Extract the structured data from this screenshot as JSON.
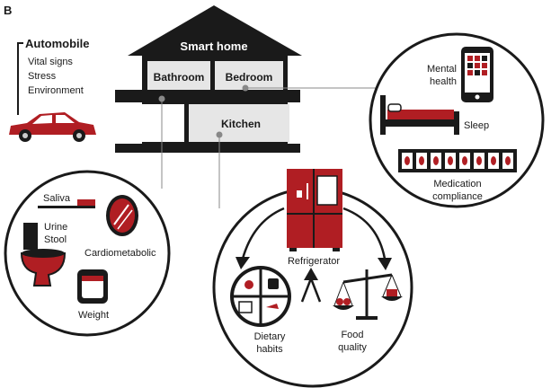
{
  "panel_letter": "B",
  "house": {
    "title": "Smart home",
    "rooms": {
      "bathroom": "Bathroom",
      "bedroom": "Bedroom",
      "kitchen": "Kitchen"
    }
  },
  "automobile": {
    "title": "Automobile",
    "items": [
      "Vital signs",
      "Stress",
      "Environment"
    ]
  },
  "bathroom_circle": {
    "saliva": "Saliva",
    "urine_stool": [
      "Urine",
      "Stool"
    ],
    "cardiometabolic": "Cardiometabolic",
    "weight": "Weight"
  },
  "bedroom_circle": {
    "mental_health": [
      "Mental",
      "health"
    ],
    "sleep": "Sleep",
    "medication_compliance": [
      "Medication",
      "compliance"
    ]
  },
  "kitchen_circle": {
    "refrigerator": "Refrigerator",
    "dietary_habits": [
      "Dietary",
      "habits"
    ],
    "food_quality": [
      "Food",
      "quality"
    ]
  },
  "colors": {
    "accent": "#b01e23",
    "dark": "#1a1a1a",
    "room_fill": "#e6e6e6",
    "line": "#888888"
  }
}
